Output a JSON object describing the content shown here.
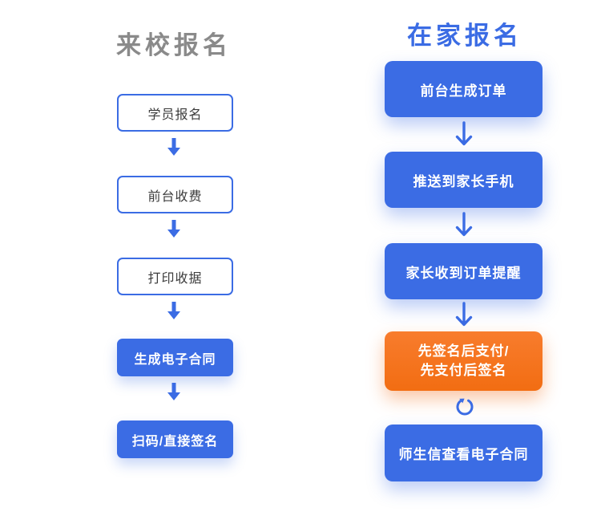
{
  "page": {
    "background": "#FFFFFF",
    "description_left_column": "on-site registration flow",
    "description_right_column": "at-home registration flow"
  },
  "colors": {
    "primary_blue": "#3B6CE4",
    "accent_orange": "#F57420",
    "title_gray": "#8A8A8A",
    "box_text_dark": "#3B3B3B",
    "box_text_light": "#FFFFFF"
  },
  "left_flow": {
    "title": "来校报名",
    "connector_icon": "down-arrow-solid",
    "nodes": [
      {
        "label": "学员报名",
        "variant": "outline"
      },
      {
        "label": "前台收费",
        "variant": "outline"
      },
      {
        "label": "打印收据",
        "variant": "outline"
      },
      {
        "label": "生成电子合同",
        "variant": "solid-blue"
      },
      {
        "label": "扫码/直接签名",
        "variant": "solid-blue"
      }
    ]
  },
  "right_flow": {
    "title": "在家报名",
    "connector_icon": "down-arrow-line",
    "loop_icon": "rotate-loop",
    "nodes": [
      {
        "label": "前台生成订单",
        "variant": "solid-blue"
      },
      {
        "label": "推送到家长手机",
        "variant": "solid-blue"
      },
      {
        "label": "家长收到订单提醒",
        "variant": "solid-blue"
      },
      {
        "label": "先签名后支付/先支付后签名",
        "line1": "先签名后支付/",
        "line2": "先支付后签名",
        "variant": "solid-orange"
      },
      {
        "label": "师生信查看电子合同",
        "variant": "solid-blue"
      }
    ]
  }
}
